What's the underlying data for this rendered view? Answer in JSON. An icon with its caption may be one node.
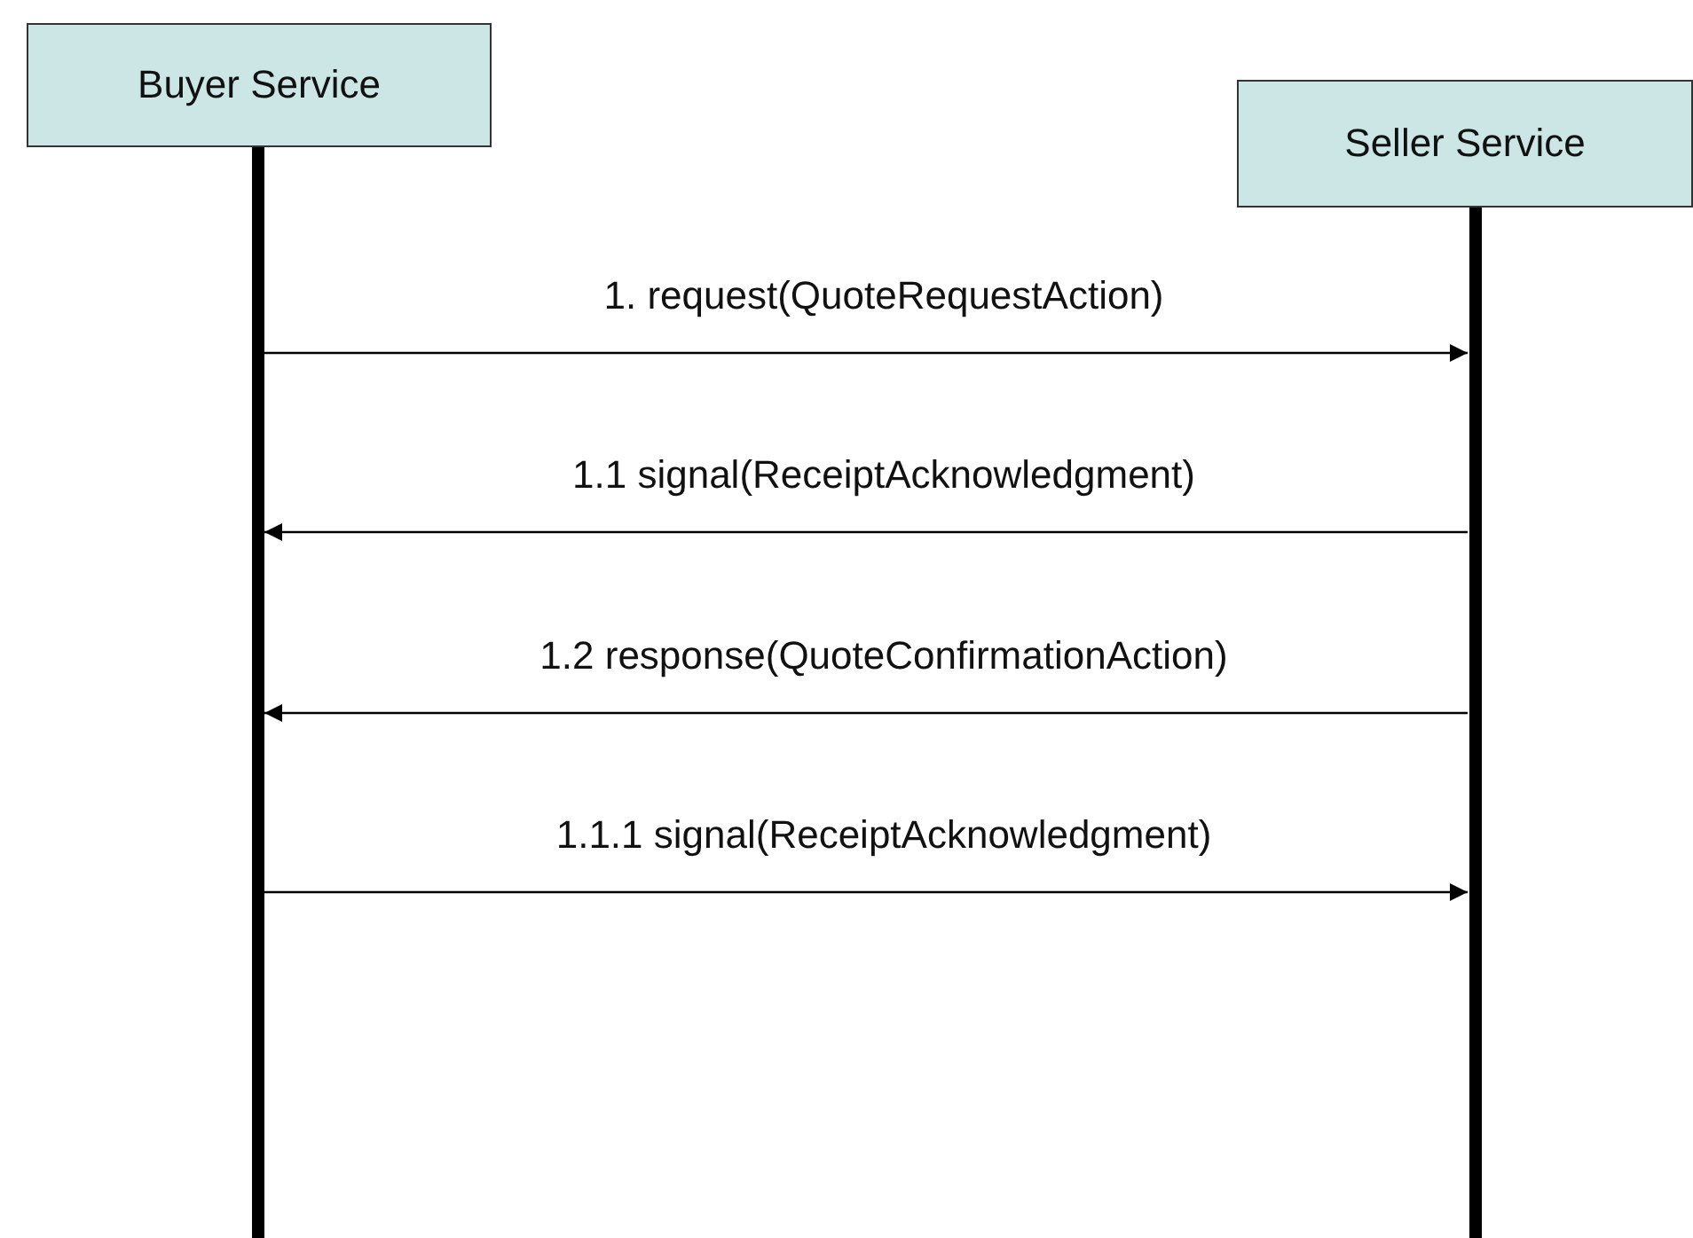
{
  "diagram": {
    "nodes": [
      {
        "text": [
          "Buyer Service"
        ]
      },
      {
        "text": [
          "Seller Service"
        ]
      }
    ],
    "edges": [
      {
        "from": 0,
        "to": 1,
        "arrow": "to",
        "label": "1. request(QuoteRequestAction)"
      },
      {
        "from": 1,
        "to": 0,
        "arrow": "to",
        "label": "1.1 signal(ReceiptAcknowledgment)"
      },
      {
        "from": 1,
        "to": 0,
        "arrow": "to",
        "label": "1.2 response(QuoteConfirmationAction)"
      },
      {
        "from": 0,
        "to": 1,
        "arrow": "to",
        "label": "1.1.1 signal(ReceiptAcknowledgment)"
      }
    ]
  }
}
